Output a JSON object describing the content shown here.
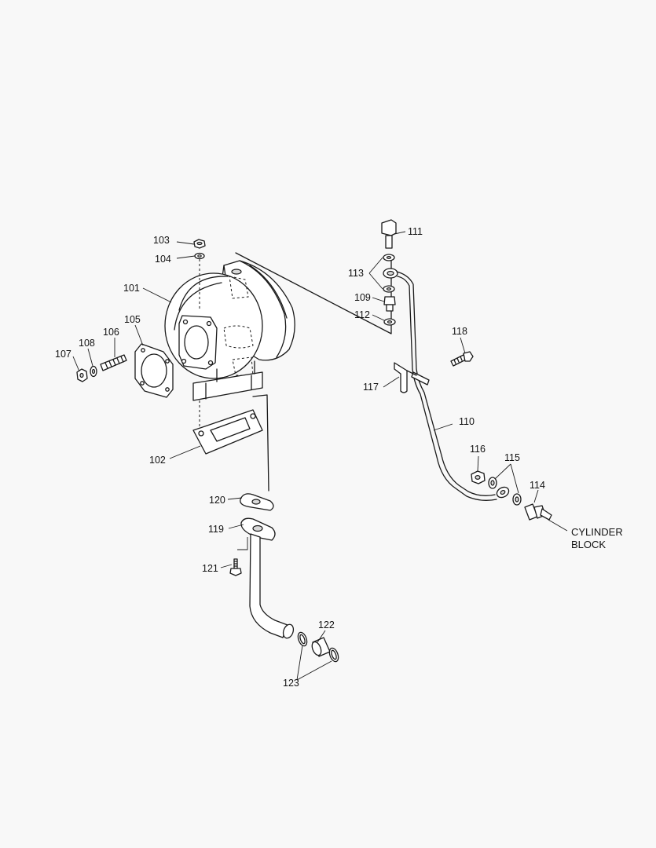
{
  "callouts": {
    "c101": "101",
    "c102": "102",
    "c103": "103",
    "c104": "104",
    "c105": "105",
    "c106": "106",
    "c107": "107",
    "c108": "108",
    "c109": "109",
    "c110": "110",
    "c111": "111",
    "c112": "112",
    "c113": "113",
    "c114": "114",
    "c115": "115",
    "c116": "116",
    "c117": "117",
    "c118": "118",
    "c119": "119",
    "c120": "120",
    "c121": "121",
    "c122": "122",
    "c123": "123"
  },
  "note": {
    "line1": "CYLINDER",
    "line2": "BLOCK"
  },
  "colors": {
    "background": "#f8f8f8",
    "ink": "#1a1a1a",
    "fill": "#ffffff",
    "shade": "#d9d9d9"
  }
}
